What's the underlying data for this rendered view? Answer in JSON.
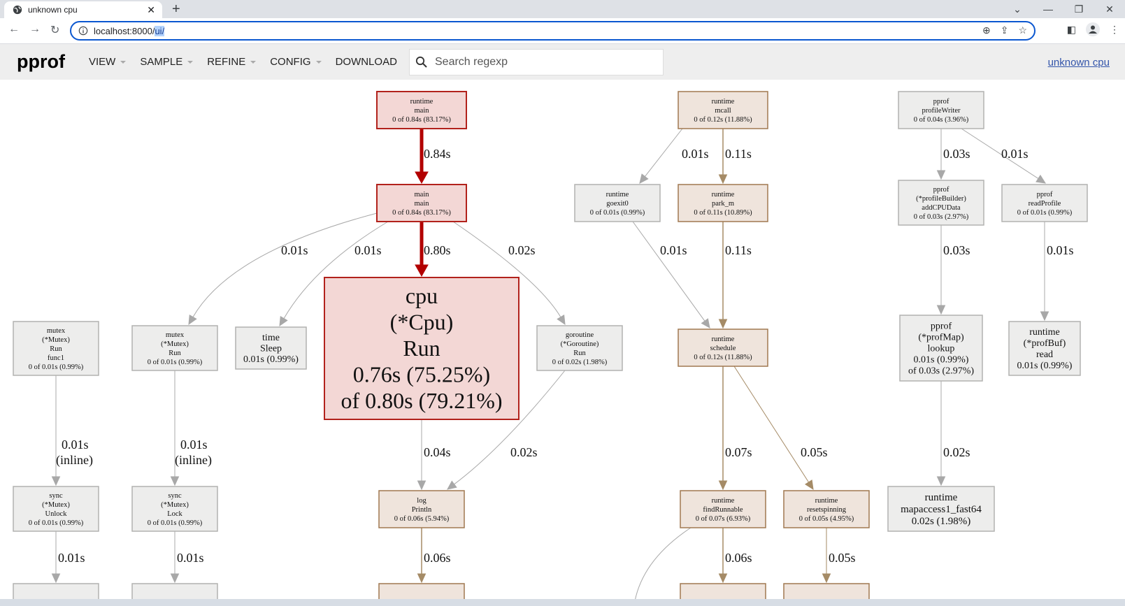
{
  "browser": {
    "tab_title": "unknown cpu",
    "tab_icon": "globe-icon",
    "url_host": "localhost:8000/",
    "url_selected": "ui/",
    "toolbar_icons": [
      "zoom-icon",
      "share-icon",
      "bookmark-star-icon"
    ],
    "window_controls": [
      "tab-search-icon",
      "minimize-icon",
      "restore-icon",
      "close-icon"
    ]
  },
  "header": {
    "logo": "pprof",
    "menu": [
      {
        "label": "VIEW",
        "has_caret": true
      },
      {
        "label": "SAMPLE",
        "has_caret": true
      },
      {
        "label": "REFINE",
        "has_caret": true
      },
      {
        "label": "CONFIG",
        "has_caret": true
      },
      {
        "label": "DOWNLOAD",
        "has_caret": false
      }
    ],
    "search_placeholder": "Search regexp",
    "search_value": "",
    "profile_link": "unknown cpu"
  },
  "colors": {
    "hot_fill": "#f3d7d5",
    "hot_stroke": "#b2221c",
    "hot_edge": "#b20000",
    "warm_fill": "#efe4dc",
    "warm_stroke": "#a07850",
    "warm_edge": "#a58b66",
    "cool_fill": "#ededec",
    "cool_stroke": "#b2b2b0",
    "cool_edge": "#a8a8a8",
    "link": "#3355aa",
    "header_bg": "#eeeeee"
  },
  "graph": {
    "nodes": [
      {
        "id": "runtime_main",
        "lines": [
          "runtime",
          "main",
          "0 of 0.84s (83.17%)"
        ],
        "heat": "hot"
      },
      {
        "id": "main_main",
        "lines": [
          "main",
          "main",
          "0 of 0.84s (83.17%)"
        ],
        "heat": "hot"
      },
      {
        "id": "cpu_run",
        "lines": [
          "cpu",
          "(*Cpu)",
          "Run",
          "0.76s (75.25%)",
          "of 0.80s (79.21%)"
        ],
        "heat": "hot"
      },
      {
        "id": "mutex_run_func1",
        "lines": [
          "mutex",
          "(*Mutex)",
          "Run",
          "func1",
          "0 of 0.01s (0.99%)"
        ],
        "heat": "cool"
      },
      {
        "id": "mutex_run",
        "lines": [
          "mutex",
          "(*Mutex)",
          "Run",
          "0 of 0.01s (0.99%)"
        ],
        "heat": "cool"
      },
      {
        "id": "time_sleep",
        "lines": [
          "time",
          "Sleep",
          "0.01s (0.99%)"
        ],
        "heat": "cool"
      },
      {
        "id": "goroutine_run",
        "lines": [
          "goroutine",
          "(*Goroutine)",
          "Run",
          "0 of 0.02s (1.98%)"
        ],
        "heat": "cool"
      },
      {
        "id": "sync_unlock",
        "lines": [
          "sync",
          "(*Mutex)",
          "Unlock",
          "0 of 0.01s (0.99%)"
        ],
        "heat": "cool"
      },
      {
        "id": "sync_lock",
        "lines": [
          "sync",
          "(*Mutex)",
          "Lock",
          "0 of 0.01s (0.99%)"
        ],
        "heat": "cool"
      },
      {
        "id": "log_println",
        "lines": [
          "log",
          "Println",
          "0 of 0.06s (5.94%)"
        ],
        "heat": "warm"
      },
      {
        "id": "runtime_mcall",
        "lines": [
          "runtime",
          "mcall",
          "0 of 0.12s (11.88%)"
        ],
        "heat": "warm"
      },
      {
        "id": "runtime_goexit0",
        "lines": [
          "runtime",
          "goexit0",
          "0 of 0.01s (0.99%)"
        ],
        "heat": "cool"
      },
      {
        "id": "runtime_park_m",
        "lines": [
          "runtime",
          "park_m",
          "0 of 0.11s (10.89%)"
        ],
        "heat": "warm"
      },
      {
        "id": "runtime_schedule",
        "lines": [
          "runtime",
          "schedule",
          "0 of 0.12s (11.88%)"
        ],
        "heat": "warm"
      },
      {
        "id": "runtime_findrunnable",
        "lines": [
          "runtime",
          "findRunnable",
          "0 of 0.07s (6.93%)"
        ],
        "heat": "warm"
      },
      {
        "id": "runtime_resetspinning",
        "lines": [
          "runtime",
          "resetspinning",
          "0 of 0.05s (4.95%)"
        ],
        "heat": "warm"
      },
      {
        "id": "pprof_profilewriter",
        "lines": [
          "pprof",
          "profileWriter",
          "0 of 0.04s (3.96%)"
        ],
        "heat": "cool"
      },
      {
        "id": "pprof_addcpudata",
        "lines": [
          "pprof",
          "(*profileBuilder)",
          "addCPUData",
          "0 of 0.03s (2.97%)"
        ],
        "heat": "cool"
      },
      {
        "id": "pprof_readprofile",
        "lines": [
          "pprof",
          "readProfile",
          "0 of 0.01s (0.99%)"
        ],
        "heat": "cool"
      },
      {
        "id": "pprof_lookup",
        "lines": [
          "pprof",
          "(*profMap)",
          "lookup",
          "0.01s (0.99%)",
          "of 0.03s (2.97%)"
        ],
        "heat": "cool"
      },
      {
        "id": "runtime_profbuf_read",
        "lines": [
          "runtime",
          "(*profBuf)",
          "read",
          "0.01s (0.99%)"
        ],
        "heat": "cool"
      },
      {
        "id": "runtime_mapaccess",
        "lines": [
          "runtime",
          "mapaccess1_fast64",
          "0.02s (1.98%)"
        ],
        "heat": "cool"
      }
    ],
    "edges": [
      {
        "from": "runtime_main",
        "to": "main_main",
        "label": "0.84s",
        "heat": "hot"
      },
      {
        "from": "main_main",
        "to": "cpu_run",
        "label": "0.80s",
        "heat": "hot"
      },
      {
        "from": "main_main",
        "to": "mutex_run",
        "label": "0.01s",
        "heat": "cool"
      },
      {
        "from": "main_main",
        "to": "time_sleep",
        "label": "0.01s",
        "heat": "cool"
      },
      {
        "from": "main_main",
        "to": "goroutine_run",
        "label": "0.02s",
        "heat": "cool"
      },
      {
        "from": "mutex_run_func1",
        "to": "sync_unlock",
        "label": "0.01s\n(inline)",
        "heat": "cool"
      },
      {
        "from": "mutex_run",
        "to": "sync_lock",
        "label": "0.01s\n(inline)",
        "heat": "cool"
      },
      {
        "from": "cpu_run",
        "to": "log_println",
        "label": "0.04s",
        "heat": "cool"
      },
      {
        "from": "goroutine_run",
        "to": "log_println",
        "label": "0.02s",
        "heat": "cool"
      },
      {
        "from": "sync_unlock",
        "to": "offscreen_1",
        "label": "0.01s",
        "heat": "cool"
      },
      {
        "from": "sync_lock",
        "to": "offscreen_2",
        "label": "0.01s",
        "heat": "cool"
      },
      {
        "from": "log_println",
        "to": "offscreen_3",
        "label": "0.06s",
        "heat": "warm"
      },
      {
        "from": "runtime_mcall",
        "to": "runtime_goexit0",
        "label": "0.01s",
        "heat": "cool"
      },
      {
        "from": "runtime_mcall",
        "to": "runtime_park_m",
        "label": "0.11s",
        "heat": "warm"
      },
      {
        "from": "runtime_goexit0",
        "to": "runtime_schedule",
        "label": "0.01s",
        "heat": "cool"
      },
      {
        "from": "runtime_park_m",
        "to": "runtime_schedule",
        "label": "0.11s",
        "heat": "warm"
      },
      {
        "from": "runtime_schedule",
        "to": "runtime_findrunnable",
        "label": "0.07s",
        "heat": "warm"
      },
      {
        "from": "runtime_schedule",
        "to": "runtime_resetspinning",
        "label": "0.05s",
        "heat": "warm"
      },
      {
        "from": "runtime_findrunnable",
        "to": "offscreen_4",
        "label": "0.06s",
        "heat": "warm"
      },
      {
        "from": "runtime_findrunnable",
        "to": "offscreen_5",
        "label": "",
        "heat": "cool"
      },
      {
        "from": "runtime_resetspinning",
        "to": "offscreen_6",
        "label": "0.05s",
        "heat": "warm"
      },
      {
        "from": "pprof_profilewriter",
        "to": "pprof_addcpudata",
        "label": "0.03s",
        "heat": "cool"
      },
      {
        "from": "pprof_profilewriter",
        "to": "pprof_readprofile",
        "label": "0.01s",
        "heat": "cool"
      },
      {
        "from": "pprof_addcpudata",
        "to": "pprof_lookup",
        "label": "0.03s",
        "heat": "cool"
      },
      {
        "from": "pprof_readprofile",
        "to": "runtime_profbuf_read",
        "label": "0.01s",
        "heat": "cool"
      },
      {
        "from": "pprof_lookup",
        "to": "runtime_mapaccess",
        "label": "0.02s",
        "heat": "cool"
      }
    ]
  }
}
